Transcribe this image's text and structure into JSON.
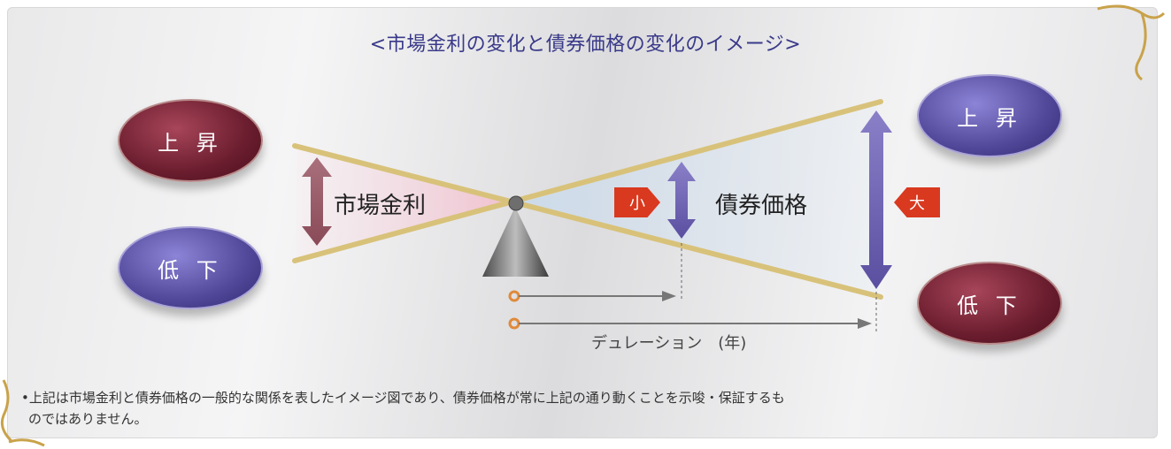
{
  "title": "<市場金利の変化と債券価格の変化のイメージ>",
  "left_up": "上 昇",
  "left_down": "低 下",
  "right_up": "上 昇",
  "right_down": "低 下",
  "interest_rate_label": "市場金利",
  "bond_price_label": "債券価格",
  "small_badge": "小",
  "large_badge": "大",
  "duration_label": "デュレーション　(年)",
  "note_line1": "•上記は市場金利と債券価格の一般的な関係を表したイメージ図であり、債券価格が常に上記の通り動くことを示唆・保証するも",
  "note_line2": "のではありません。"
}
